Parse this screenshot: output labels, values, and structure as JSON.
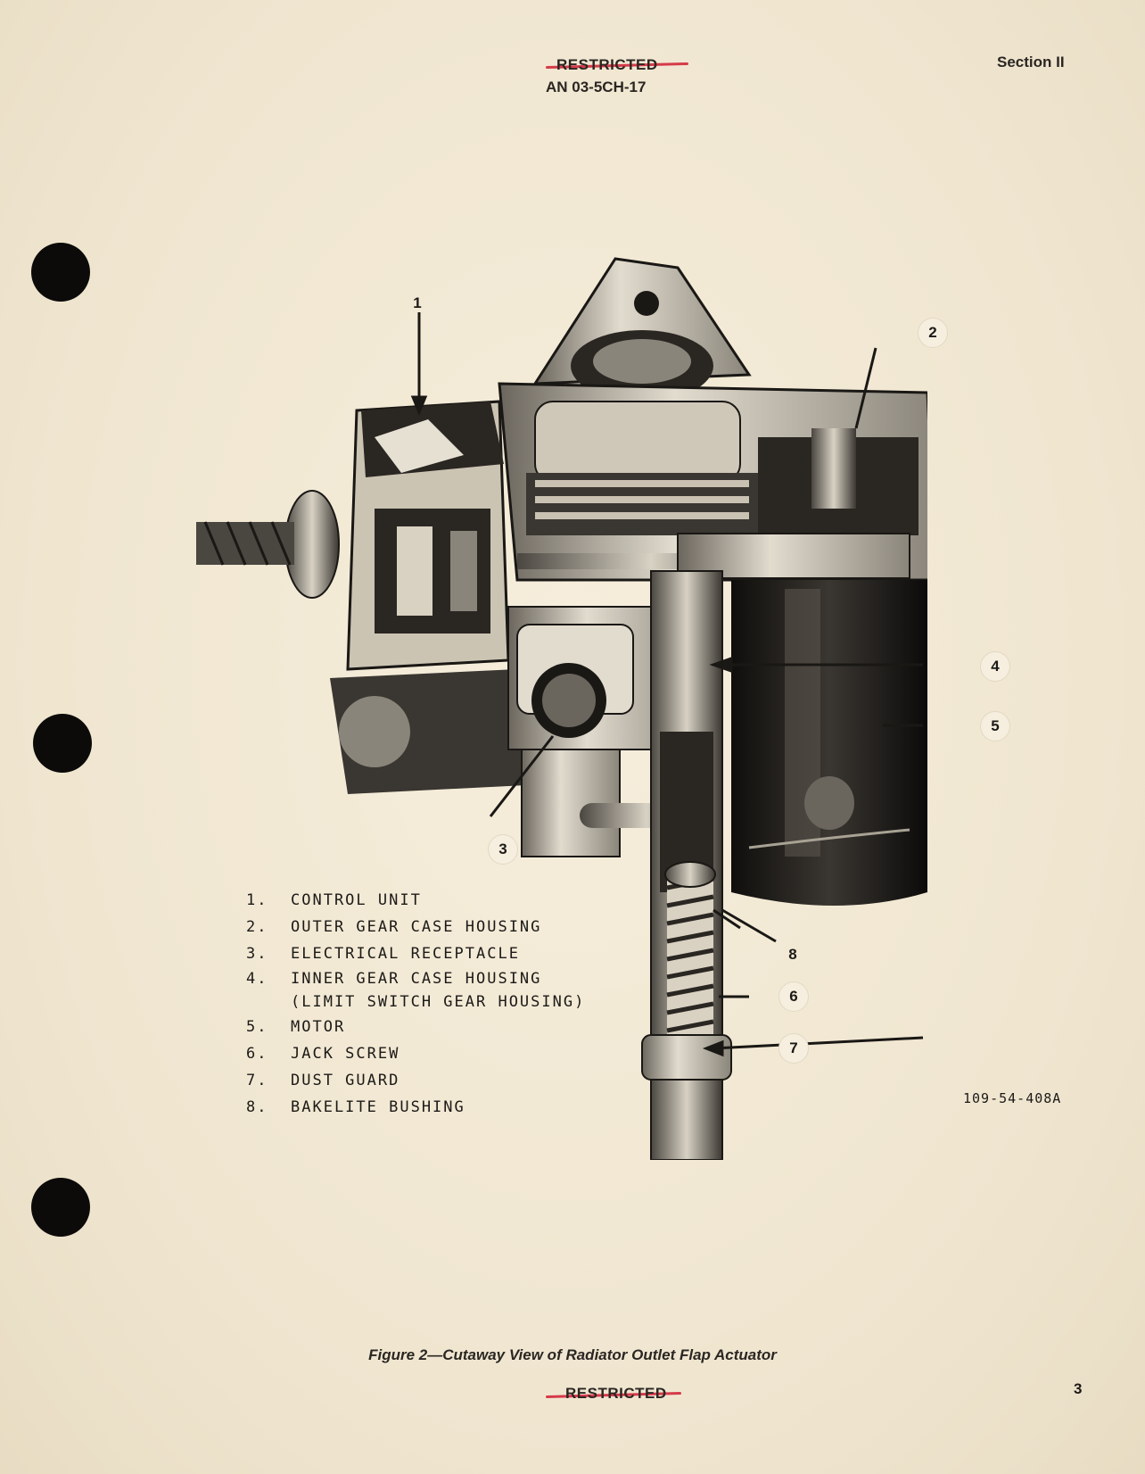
{
  "header": {
    "classification": "RESTRICTED",
    "document_number": "AN 03-5CH-17",
    "section": "Section II"
  },
  "figure": {
    "callouts": [
      "1",
      "2",
      "3",
      "4",
      "5",
      "6",
      "7",
      "8"
    ],
    "legend": [
      {
        "num": "1.",
        "text": "CONTROL UNIT"
      },
      {
        "num": "2.",
        "text": "OUTER GEAR CASE HOUSING"
      },
      {
        "num": "3.",
        "text": "ELECTRICAL RECEPTACLE"
      },
      {
        "num": "4.",
        "text": "INNER GEAR CASE HOUSING"
      },
      {
        "num": "",
        "text": "(LIMIT SWITCH GEAR HOUSING)"
      },
      {
        "num": "5.",
        "text": "MOTOR"
      },
      {
        "num": "6.",
        "text": "JACK SCREW"
      },
      {
        "num": "7.",
        "text": "DUST GUARD"
      },
      {
        "num": "8.",
        "text": "BAKELITE BUSHING"
      }
    ],
    "code": "109-54-408A",
    "caption": "Figure 2—Cutaway View of Radiator Outlet Flap Actuator"
  },
  "footer": {
    "classification": "RESTRICTED",
    "page_number": "3"
  }
}
